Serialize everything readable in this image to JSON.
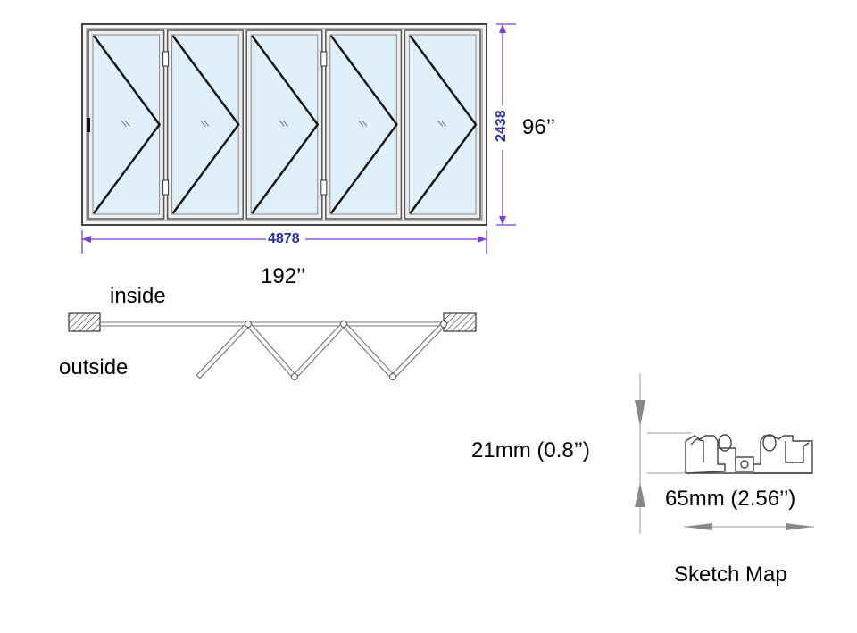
{
  "door_elevation": {
    "width_mm": "4878",
    "height_mm": "2438",
    "width_in": "192’’",
    "height_in": "96’’",
    "panel_count": 5
  },
  "plan_view": {
    "inside_label": "inside",
    "outside_label": "outside"
  },
  "profile": {
    "height_label": "21mm (0.8’’)",
    "width_label": "65mm (2.56’’)"
  },
  "caption": "Sketch Map",
  "colors": {
    "dimension_blue": "#2b2bb0",
    "dimension_line": "#7b3fd1",
    "glass": "#dff0fa",
    "frame": "#555555"
  }
}
